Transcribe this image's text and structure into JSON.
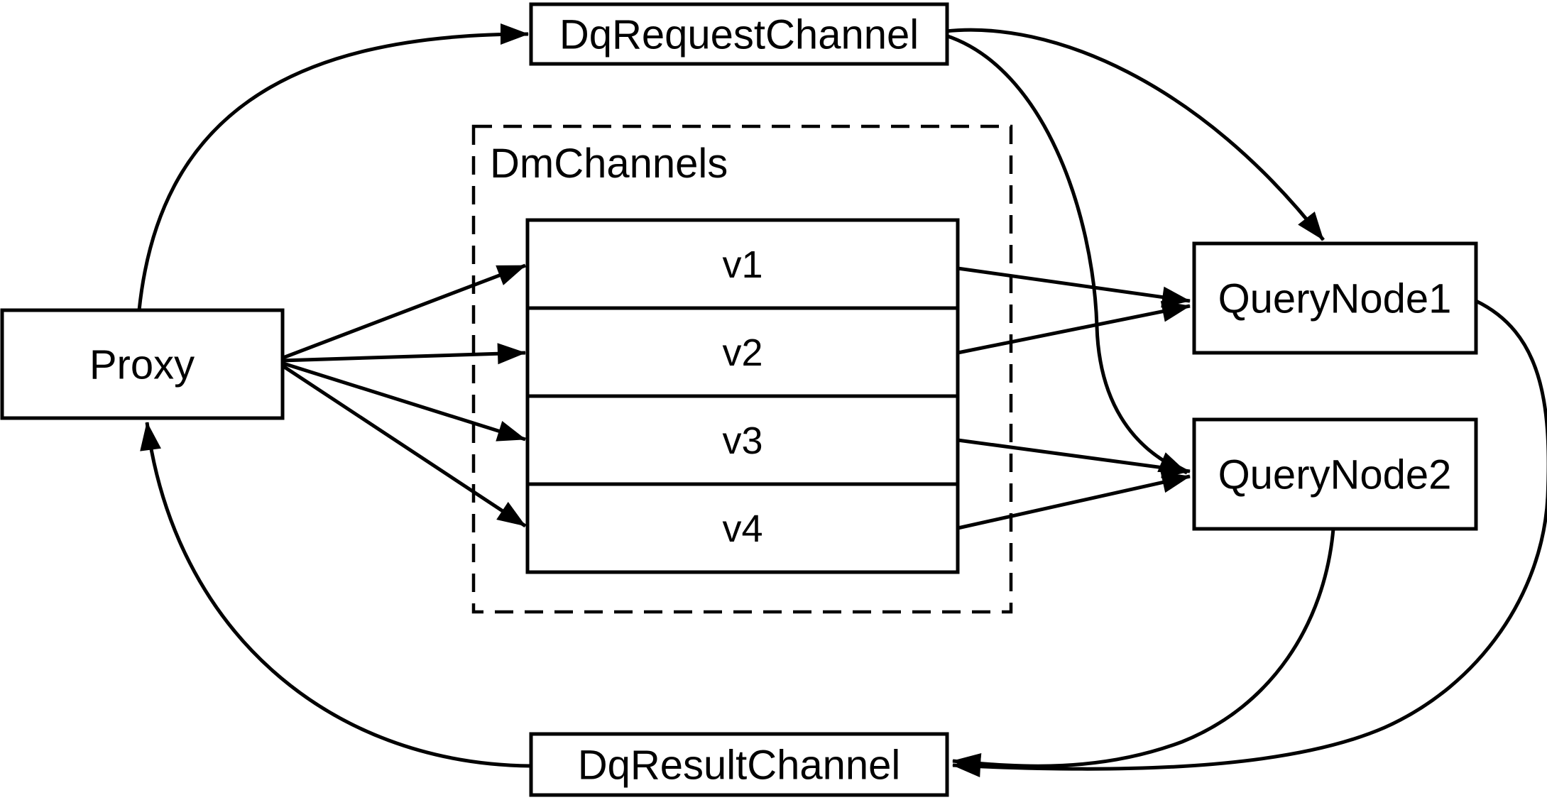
{
  "diagram": {
    "background": "#ffffff",
    "stroke_color": "#000000",
    "nodes": {
      "proxy": {
        "label": "Proxy"
      },
      "dq_request_channel": {
        "label": "DqRequestChannel"
      },
      "dm_channels_group": {
        "label": "DmChannels"
      },
      "query_node_1": {
        "label": "QueryNode1"
      },
      "query_node_2": {
        "label": "QueryNode2"
      },
      "dq_result_channel": {
        "label": "DqResultChannel"
      }
    },
    "channels": [
      {
        "label": "v1"
      },
      {
        "label": "v2"
      },
      {
        "label": "v3"
      },
      {
        "label": "v4"
      }
    ],
    "edges": [
      {
        "from": "proxy",
        "to": "dq_request_channel"
      },
      {
        "from": "proxy",
        "to": "v1"
      },
      {
        "from": "proxy",
        "to": "v2"
      },
      {
        "from": "proxy",
        "to": "v3"
      },
      {
        "from": "proxy",
        "to": "v4"
      },
      {
        "from": "v1",
        "to": "query_node_1"
      },
      {
        "from": "v2",
        "to": "query_node_1"
      },
      {
        "from": "v3",
        "to": "query_node_2"
      },
      {
        "from": "v4",
        "to": "query_node_2"
      },
      {
        "from": "dq_request_channel",
        "to": "query_node_1"
      },
      {
        "from": "dq_request_channel",
        "to": "query_node_2"
      },
      {
        "from": "query_node_1",
        "to": "dq_result_channel"
      },
      {
        "from": "query_node_2",
        "to": "dq_result_channel"
      },
      {
        "from": "dq_result_channel",
        "to": "proxy"
      }
    ]
  }
}
